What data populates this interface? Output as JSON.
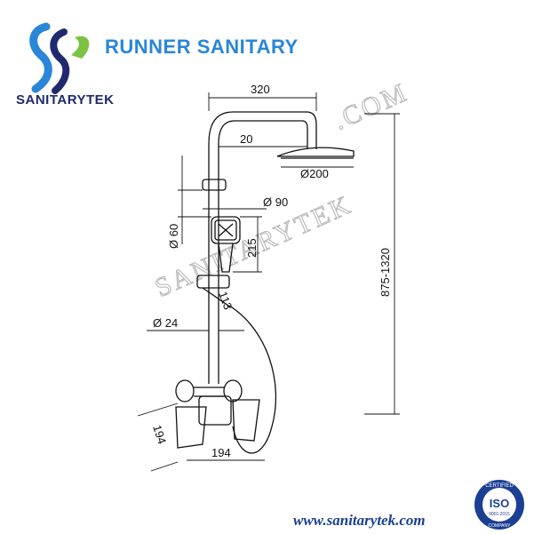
{
  "brand": {
    "logo_text": "SANITARYTEK",
    "company_name": "RUNNER SANITARY",
    "website": "www.sanitarytek.com",
    "watermark_1": "SANITARYTEK",
    "watermark_2": ".COM",
    "colors": {
      "blue": "#2a86d8",
      "navy": "#1f2a6e",
      "green": "#7cc243"
    }
  },
  "dimensions": {
    "arm_length": "320",
    "arm_offset": "20",
    "head_diameter": "Ø200",
    "hand_shower_diameter": "Ø 90",
    "holder_diameter": "Ø 60",
    "hand_shower_height": "215",
    "slider_offset": "113",
    "pipe_diameter": "Ø 24",
    "total_height": "875-1320",
    "mixer_depth": "194",
    "mixer_width": "194"
  },
  "badge": {
    "top_text": "CERTIFIED",
    "main_text": "ISO",
    "standard": "9001:2015",
    "bottom_text": "COMPANY"
  }
}
